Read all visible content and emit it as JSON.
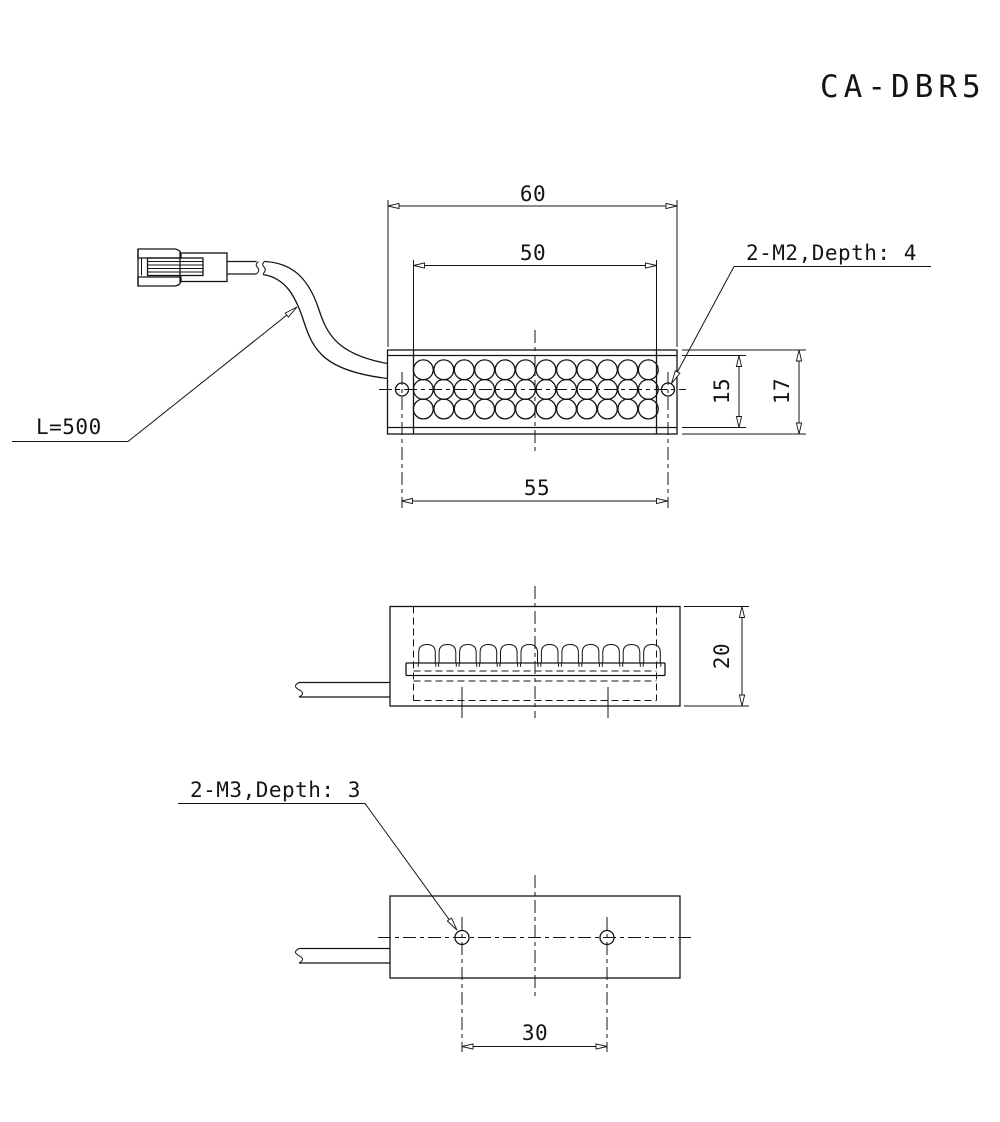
{
  "drawing": {
    "title": "CA-DBR5",
    "line_color": "#141414",
    "background_color": "#ffffff"
  },
  "top_view": {
    "overall_width": "60",
    "window_width": "50",
    "mount_hole_spacing": "55",
    "window_height": "15",
    "overall_height": "17",
    "thread_label": "2-M2,Depth: 4",
    "cable_length_label": "L=500",
    "led_grid": {
      "rows": 3,
      "cols": 12
    },
    "mount_hole_count": 2
  },
  "front_view": {
    "overall_depth": "20",
    "led_count": 12
  },
  "bottom_view": {
    "thread_label": "2-M3,Depth: 3",
    "mount_hole_spacing": "30",
    "mount_hole_count": 2
  }
}
